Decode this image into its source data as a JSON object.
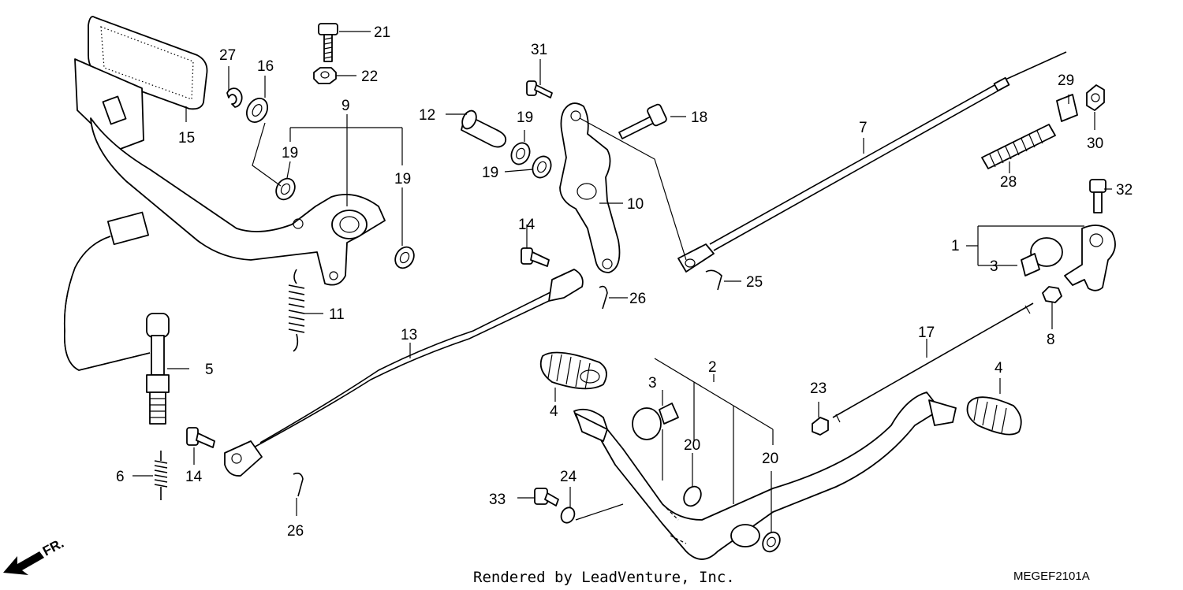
{
  "callouts": {
    "c1a": "1",
    "c2": "2",
    "c3a": "3",
    "c3b": "3",
    "c4a": "4",
    "c4b": "4",
    "c5": "5",
    "c6": "6",
    "c7": "7",
    "c8": "8",
    "c9": "9",
    "c10": "10",
    "c11": "11",
    "c12": "12",
    "c13": "13",
    "c14a": "14",
    "c14b": "14",
    "c15": "15",
    "c16": "16",
    "c17": "17",
    "c18": "18",
    "c19a": "19",
    "c19b": "19",
    "c19c": "19",
    "c19d": "19",
    "c20a": "20",
    "c20b": "20",
    "c21": "21",
    "c22": "22",
    "c23": "23",
    "c24": "24",
    "c25": "25",
    "c26a": "26",
    "c26b": "26",
    "c27": "27",
    "c28": "28",
    "c29": "29",
    "c30": "30",
    "c31": "31",
    "c32": "32",
    "c33": "33"
  },
  "footer": {
    "credit": "Rendered by LeadVenture, Inc.",
    "diagram_code": "MEGEF2101A"
  },
  "direction": {
    "label": "FR.",
    "icon": "front-direction-arrow-icon"
  }
}
